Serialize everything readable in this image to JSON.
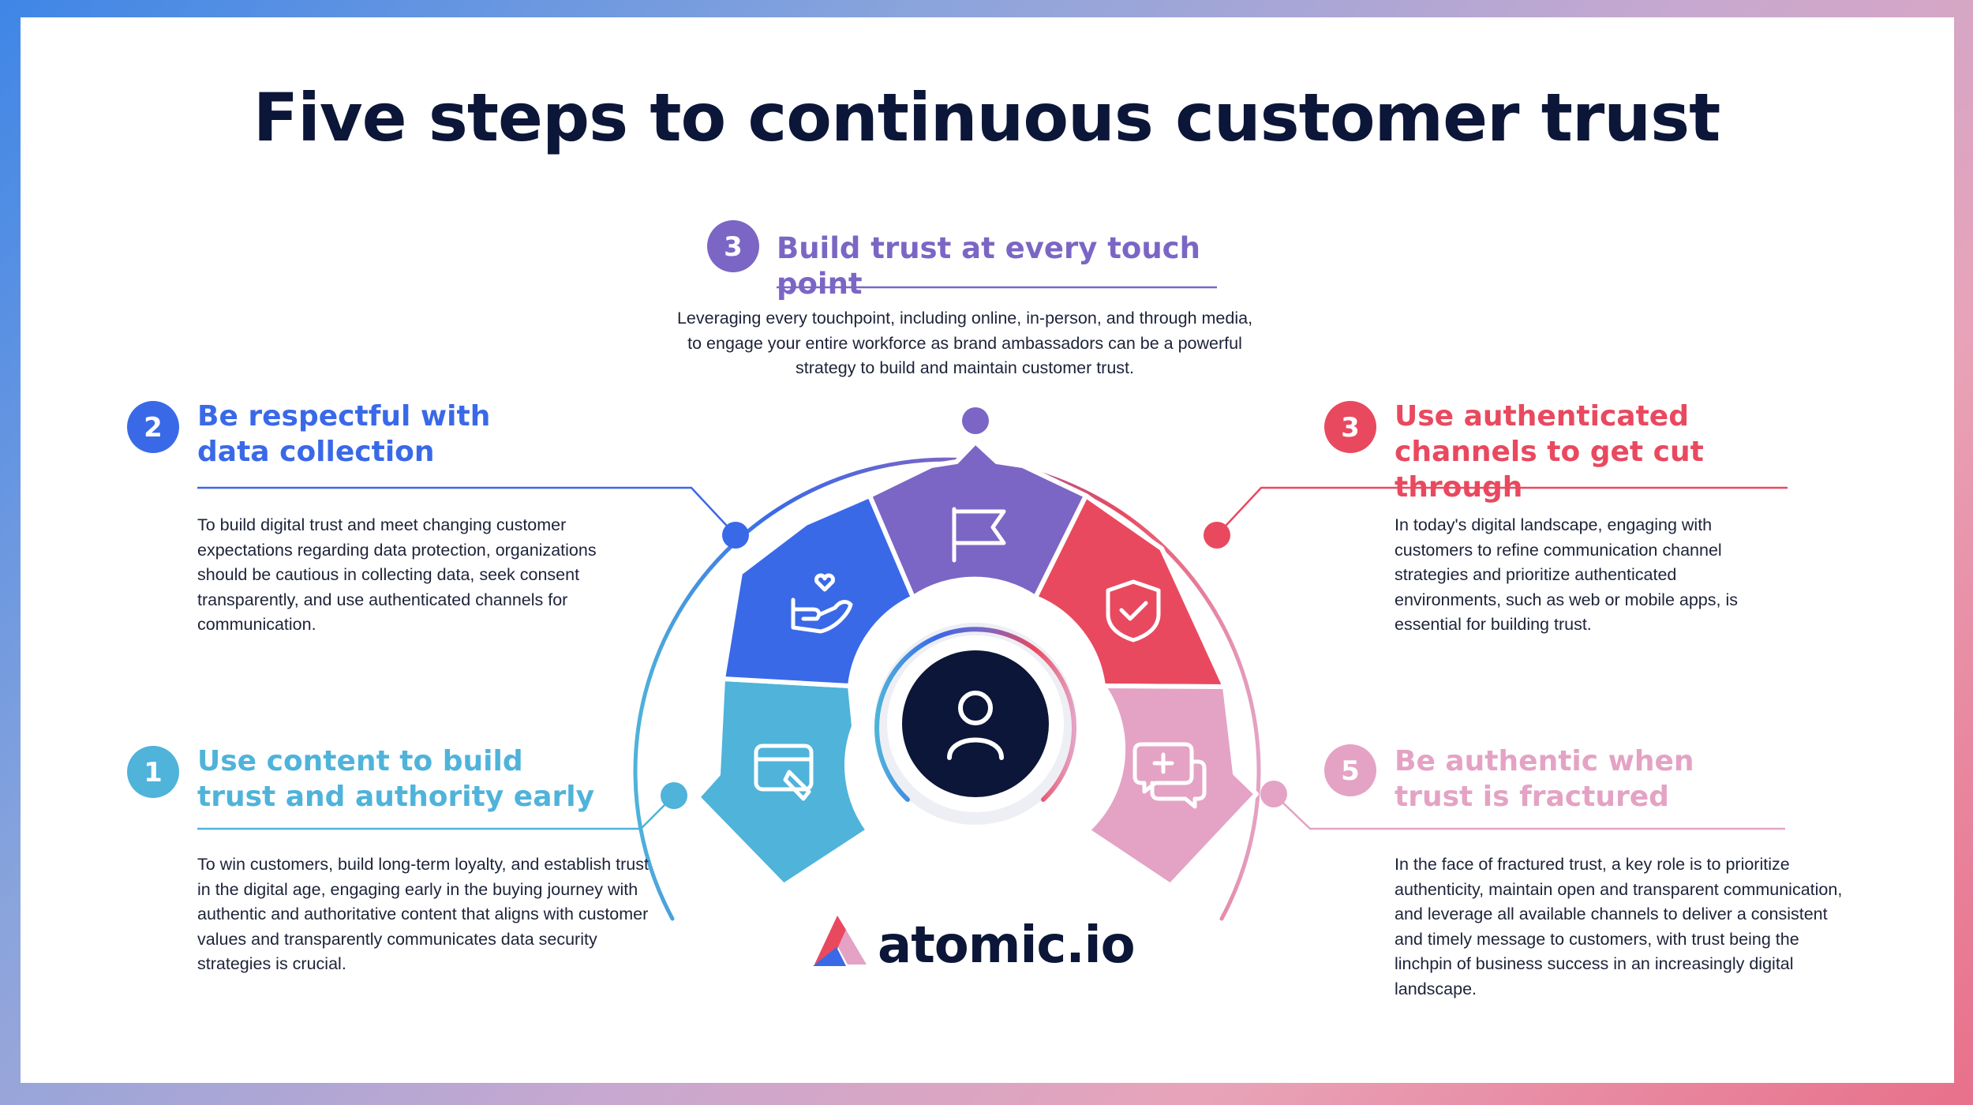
{
  "title": "Five steps to continuous customer trust",
  "colors": {
    "navy": "#0b1638",
    "blue": "#3a69e8",
    "cyan": "#4fb3da",
    "purple": "#7b66c5",
    "red": "#e9495f",
    "pink": "#e4a3c4"
  },
  "steps": [
    {
      "number": "1",
      "title": "Use content to build trust and authority early",
      "description": "To win customers, build long-term loyalty, and establish trust in the digital age, engaging early in the buying journey with authentic and authoritative content that aligns with customer values and transparently communicates data security strategies is crucial.",
      "color": "#4fb3da",
      "icon": "browser-edit-icon"
    },
    {
      "number": "2",
      "title": "Be respectful with data collection",
      "description": "To build digital trust and meet changing customer expectations regarding data protection, organizations should be cautious in collecting data, seek consent transparently, and use authenticated channels for communication.",
      "color": "#3a69e8",
      "icon": "hand-heart-icon"
    },
    {
      "number": "3",
      "title": "Build trust at every touch point",
      "description": "Leveraging every touchpoint, including online, in-person, and through media, to engage your entire workforce as brand ambassadors can be a powerful strategy to build and maintain customer trust.",
      "color": "#7b66c5",
      "icon": "flag-icon"
    },
    {
      "number": "3",
      "title": "Use authenticated channels to get cut through",
      "description": "In today's digital landscape, engaging with customers to refine communication channel strategies and prioritize authenticated environments, such as web or mobile apps, is essential for building trust.",
      "color": "#e9495f",
      "icon": "shield-check-icon"
    },
    {
      "number": "5",
      "title": "Be authentic when trust is fractured",
      "description": "In the face of fractured trust, a key role is to prioritize authenticity, maintain open and transparent communication, and leverage all available channels to deliver a consistent and timely message to customers, with trust being the linchpin of business success in an increasingly digital landscape.",
      "color": "#e4a3c4",
      "icon": "chat-plus-icon"
    }
  ],
  "center_icon": "user-icon",
  "brand": {
    "name": "atomic.io",
    "logo": "atomic-logo-icon"
  }
}
